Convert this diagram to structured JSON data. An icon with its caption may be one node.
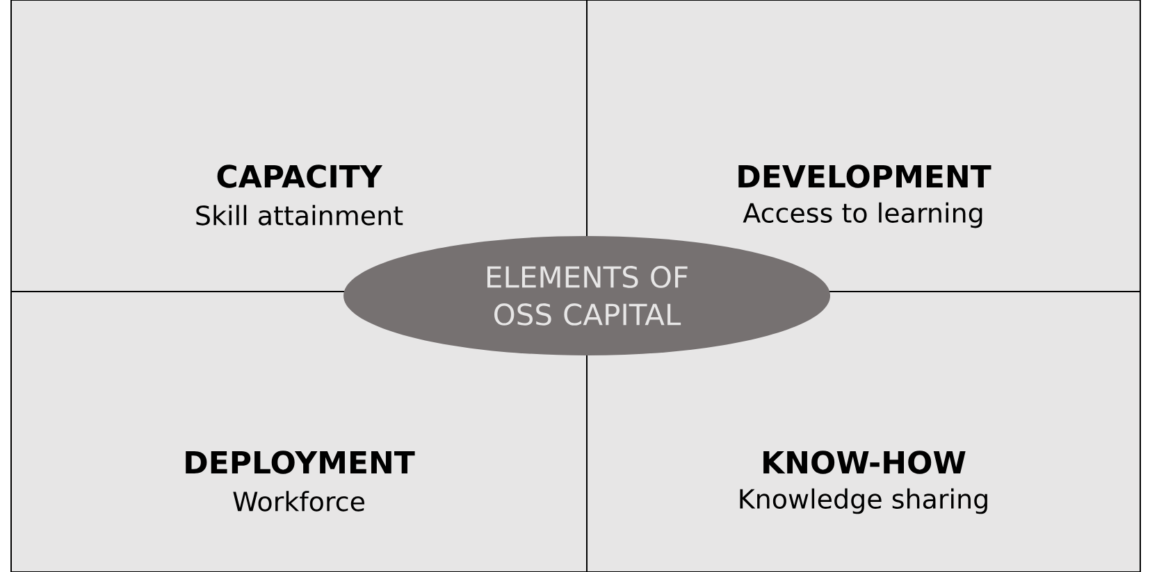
{
  "diagram": {
    "nodes": [
      {
        "text": [
          "CAPACITY",
          "Skill attainment"
        ]
      },
      {
        "text": [
          "DEVELOPMENT",
          "Access to learning"
        ]
      },
      {
        "text": [
          "ELEMENTS OF OSS CAPITAL"
        ]
      },
      {
        "text": [
          "DEPLOYMENT",
          "Workforce"
        ]
      },
      {
        "text": [
          "KNOW-HOW",
          "Knowledge sharing"
        ]
      }
    ]
  }
}
